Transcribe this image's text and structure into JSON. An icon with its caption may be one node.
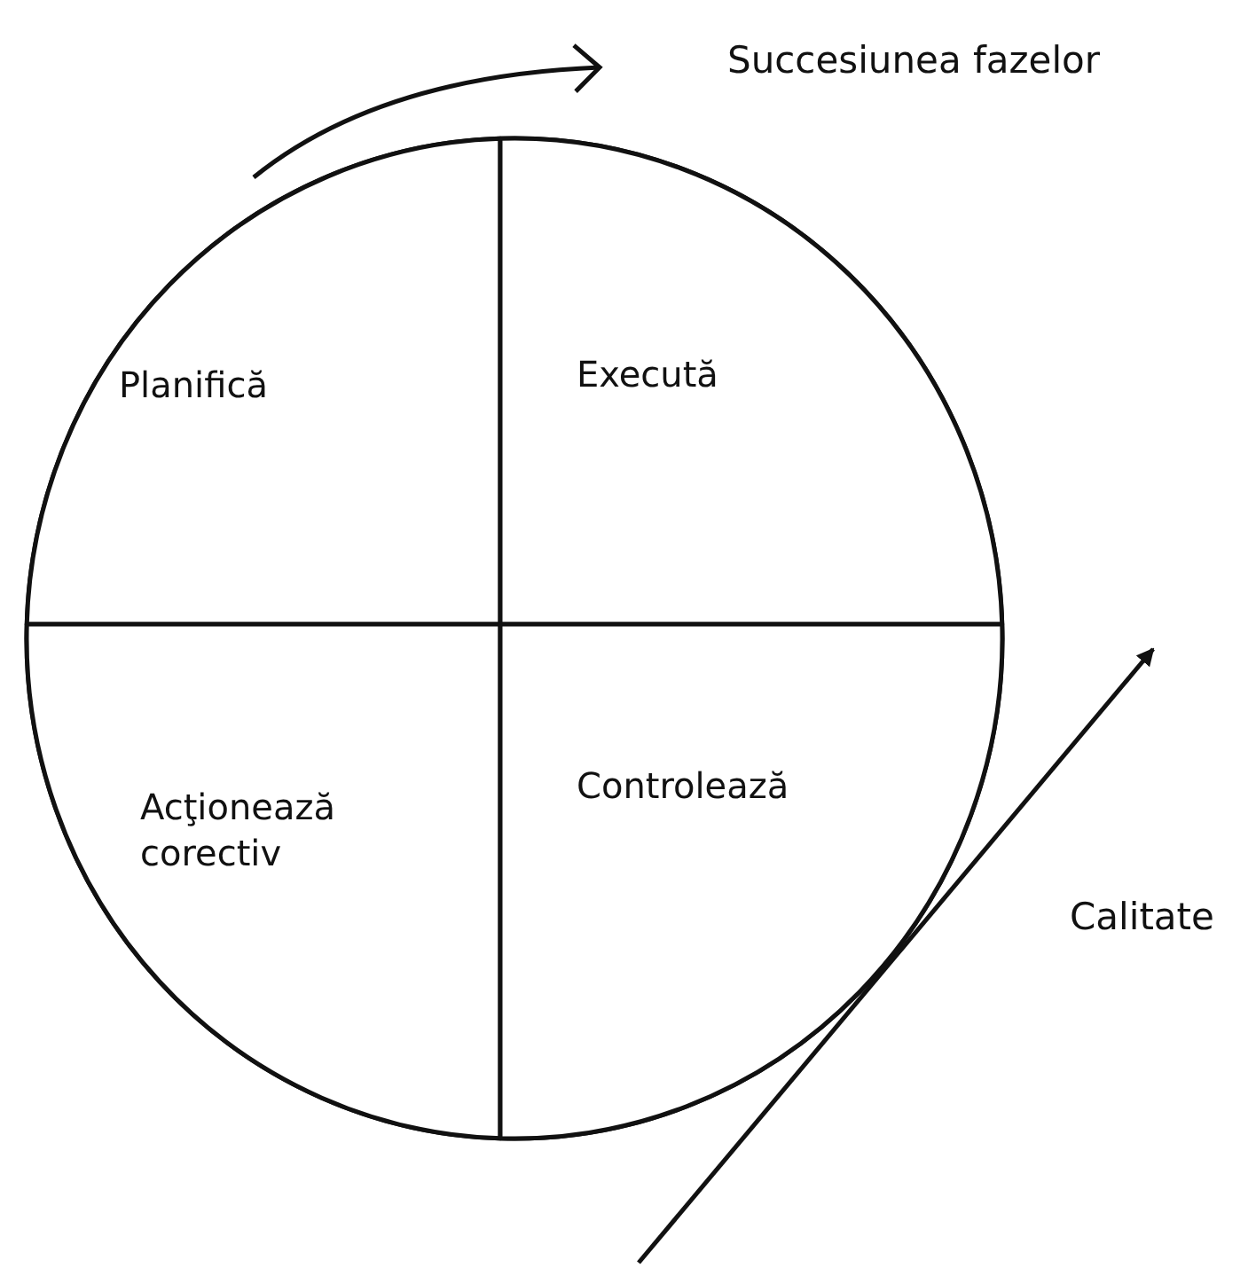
{
  "diagram": {
    "nodes": [
      {
        "text": [],
        "shape": "circle"
      },
      {
        "text": [
          "Planifică"
        ],
        "in": 0
      },
      {
        "text": [
          "Execută"
        ],
        "in": 0
      },
      {
        "text": [
          "Acţionează corectiv"
        ],
        "in": 0
      },
      {
        "text": [
          "Controlează"
        ],
        "in": 0
      }
    ],
    "labels": [
      "Succesiunea fazelor",
      "Calitate"
    ]
  }
}
